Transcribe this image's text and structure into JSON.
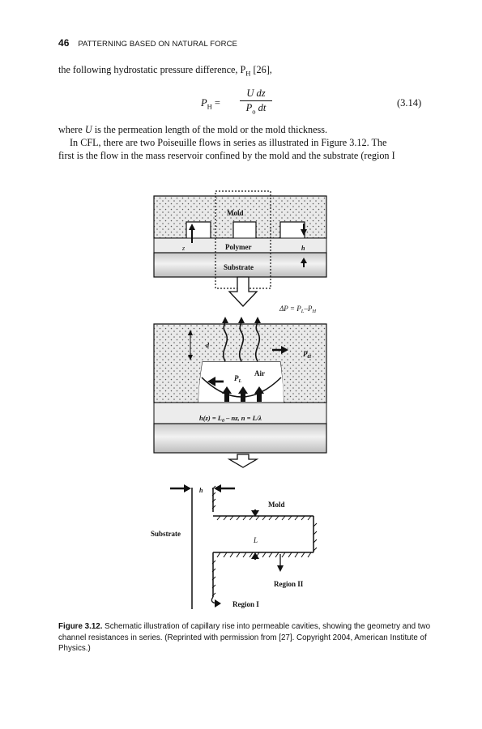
{
  "header": {
    "page_number": "46",
    "running_title": "PATTERNING BASED ON NATURAL FORCE"
  },
  "paragraph_intro": "the following hydrostatic pressure difference, P",
  "paragraph_intro_sub": "H",
  "paragraph_intro_end": " [26],",
  "equation": {
    "lhs": "P",
    "lhs_sub": "H",
    "equals": " =",
    "numerator": "U  dz",
    "denominator": "P",
    "denominator_sub": "o",
    "denominator_end": " dt",
    "number": "(3.14)"
  },
  "paragraph_where_a": "where ",
  "paragraph_where_var": "U",
  "paragraph_where_b": " is the permeation length of the mold or the mold thickness.",
  "paragraph_cfl_line1": "In CFL, there are two Poiseuille flows in series as illustrated in Figure 3.12. The",
  "paragraph_cfl_line2": "first is the flow in the mass reservoir confined by the mold and the substrate (region I",
  "figure": {
    "top_panel": {
      "mold_label": "Mold",
      "polymer_label": "Polymer",
      "substrate_label": "Substrate",
      "z_label": "z",
      "h_label": "h"
    },
    "pressure_note": {
      "delta": "ΔP = P",
      "sub_l": "L",
      "minus": "–P",
      "sub_h": "H"
    },
    "middle_panel": {
      "d_label": "d",
      "air_label": "Air",
      "pl_main": "P",
      "pl_sub": "L",
      "ph_main": "P",
      "ph_sub": "H",
      "formula_a": "h(z) = L",
      "formula_sub": "0",
      "formula_b": " – nz, n = L/λ"
    },
    "bottom_panel": {
      "h_label": "h",
      "mold_label": "Mold",
      "substrate_label": "Substrate",
      "l_label": "L",
      "region2_label": "Region II",
      "region1_label": "Region I"
    }
  },
  "caption": {
    "label": "Figure 3.12.",
    "text": " Schematic illustration of capillary rise into permeable cavities, showing the geometry and two channel resistances in series. (Reprinted with permission from [27]. Copyright 2004, American Institute of Physics.)"
  }
}
